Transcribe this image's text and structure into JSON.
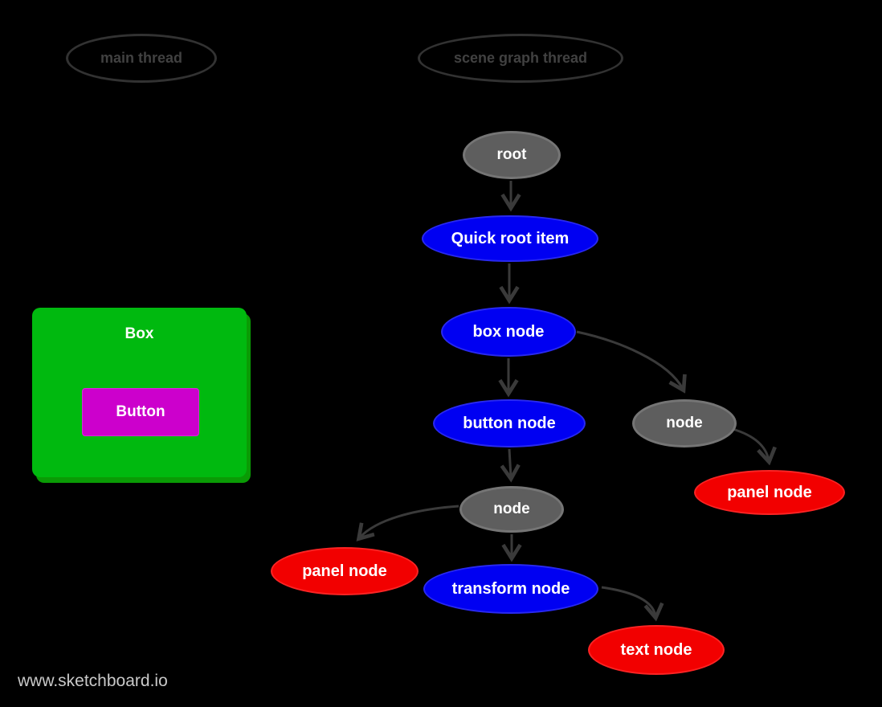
{
  "watermark": "www.sketchboard.io",
  "threads": [
    {
      "id": "main-thread",
      "label": "main thread"
    },
    {
      "id": "scene-graph-thread",
      "label": "scene graph thread"
    }
  ],
  "main_thread_objects": {
    "box": {
      "label": "Box",
      "color": "#00b90f"
    },
    "button": {
      "label": "Button",
      "color": "#cc00cc"
    }
  },
  "scene_graph": {
    "nodes": [
      {
        "id": "root",
        "label": "root",
        "type": "gray"
      },
      {
        "id": "quick-root-item",
        "label": "Quick root item",
        "type": "blue"
      },
      {
        "id": "box-node",
        "label": "box node",
        "type": "blue"
      },
      {
        "id": "button-node",
        "label": "button node",
        "type": "blue"
      },
      {
        "id": "node-right",
        "label": "node",
        "type": "gray"
      },
      {
        "id": "panel-node-right",
        "label": "panel node",
        "type": "red"
      },
      {
        "id": "node-center",
        "label": "node",
        "type": "gray"
      },
      {
        "id": "panel-node-left",
        "label": "panel node",
        "type": "red"
      },
      {
        "id": "transform-node",
        "label": "transform node",
        "type": "blue"
      },
      {
        "id": "text-node",
        "label": "text node",
        "type": "red"
      }
    ],
    "edges": [
      {
        "from": "root",
        "to": "quick-root-item"
      },
      {
        "from": "quick-root-item",
        "to": "box-node"
      },
      {
        "from": "box-node",
        "to": "button-node"
      },
      {
        "from": "box-node",
        "to": "node-right"
      },
      {
        "from": "node-right",
        "to": "panel-node-right"
      },
      {
        "from": "button-node",
        "to": "node-center"
      },
      {
        "from": "node-center",
        "to": "panel-node-left"
      },
      {
        "from": "node-center",
        "to": "transform-node"
      },
      {
        "from": "transform-node",
        "to": "text-node"
      }
    ]
  },
  "colors": {
    "background": "#000000",
    "node_blue": "#0000f2",
    "node_red": "#f20000",
    "node_gray": "#5e5e5e",
    "box_green": "#00b90f",
    "button_magenta": "#cc00cc",
    "edge": "#3a3a3a",
    "lane_outline": "#323232",
    "lane_text": "#414141",
    "node_text": "#ffffff",
    "watermark_text": "#c9c9c9"
  }
}
